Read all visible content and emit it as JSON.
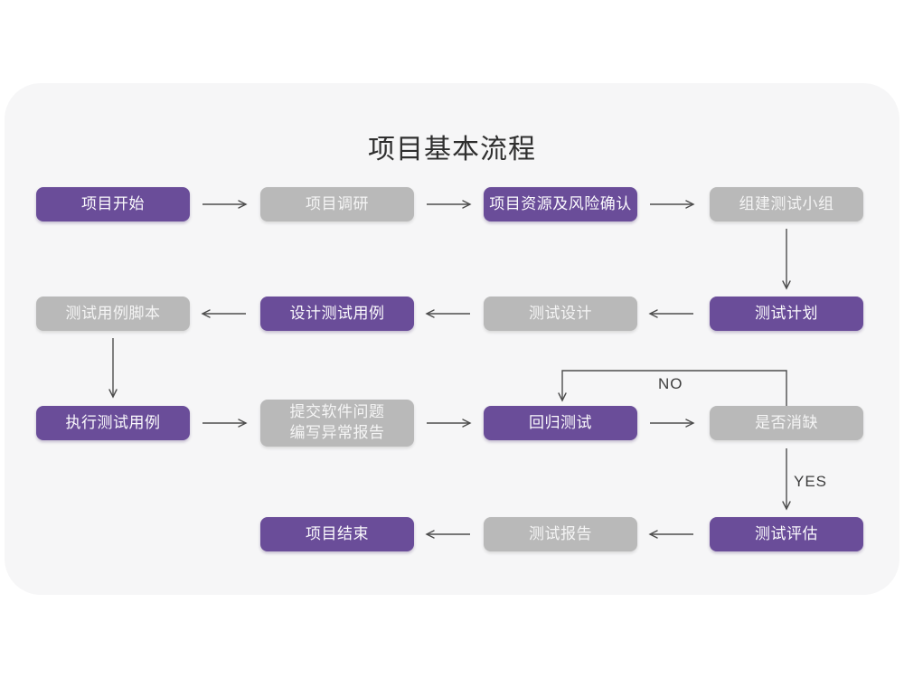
{
  "title": "项目基本流程",
  "labels": {
    "no": "NO",
    "yes": "YES"
  },
  "colors": {
    "node_purple": "#6a4d99",
    "node_gray": "#b9b9b9",
    "card_background": "#f6f6f7",
    "arrow": "#4d4d4d",
    "title_text": "#2f2f2f"
  },
  "nodes": [
    {
      "id": "project-start",
      "label": "项目开始",
      "variant": "purple"
    },
    {
      "id": "project-research",
      "label": "项目调研",
      "variant": "gray"
    },
    {
      "id": "resources-risk",
      "label": "项目资源及风险确认",
      "variant": "purple"
    },
    {
      "id": "build-test-team",
      "label": "组建测试小组",
      "variant": "gray"
    },
    {
      "id": "test-case-script",
      "label": "测试用例脚本",
      "variant": "gray"
    },
    {
      "id": "design-test-case",
      "label": "设计测试用例",
      "variant": "purple"
    },
    {
      "id": "test-design",
      "label": "测试设计",
      "variant": "gray"
    },
    {
      "id": "test-plan",
      "label": "测试计划",
      "variant": "purple"
    },
    {
      "id": "execute-test-case",
      "label": "执行测试用例",
      "variant": "purple"
    },
    {
      "id": "submit-issue-report",
      "label": "提交软件问题\n编写异常报告",
      "variant": "gray"
    },
    {
      "id": "regression-test",
      "label": "回归测试",
      "variant": "purple"
    },
    {
      "id": "defect-cleared",
      "label": "是否消缺",
      "variant": "gray"
    },
    {
      "id": "project-end",
      "label": "项目结束",
      "variant": "purple"
    },
    {
      "id": "test-report",
      "label": "测试报告",
      "variant": "gray"
    },
    {
      "id": "test-evaluation",
      "label": "测试评估",
      "variant": "purple"
    }
  ],
  "edges": [
    {
      "from": "project-start",
      "to": "project-research"
    },
    {
      "from": "project-research",
      "to": "resources-risk"
    },
    {
      "from": "resources-risk",
      "to": "build-test-team"
    },
    {
      "from": "build-test-team",
      "to": "test-plan"
    },
    {
      "from": "test-plan",
      "to": "test-design"
    },
    {
      "from": "test-design",
      "to": "design-test-case"
    },
    {
      "from": "design-test-case",
      "to": "test-case-script"
    },
    {
      "from": "test-case-script",
      "to": "execute-test-case"
    },
    {
      "from": "execute-test-case",
      "to": "submit-issue-report"
    },
    {
      "from": "submit-issue-report",
      "to": "regression-test"
    },
    {
      "from": "regression-test",
      "to": "defect-cleared"
    },
    {
      "from": "defect-cleared",
      "to": "regression-test",
      "label": "NO"
    },
    {
      "from": "defect-cleared",
      "to": "test-evaluation",
      "label": "YES"
    },
    {
      "from": "test-evaluation",
      "to": "test-report"
    },
    {
      "from": "test-report",
      "to": "project-end"
    }
  ]
}
